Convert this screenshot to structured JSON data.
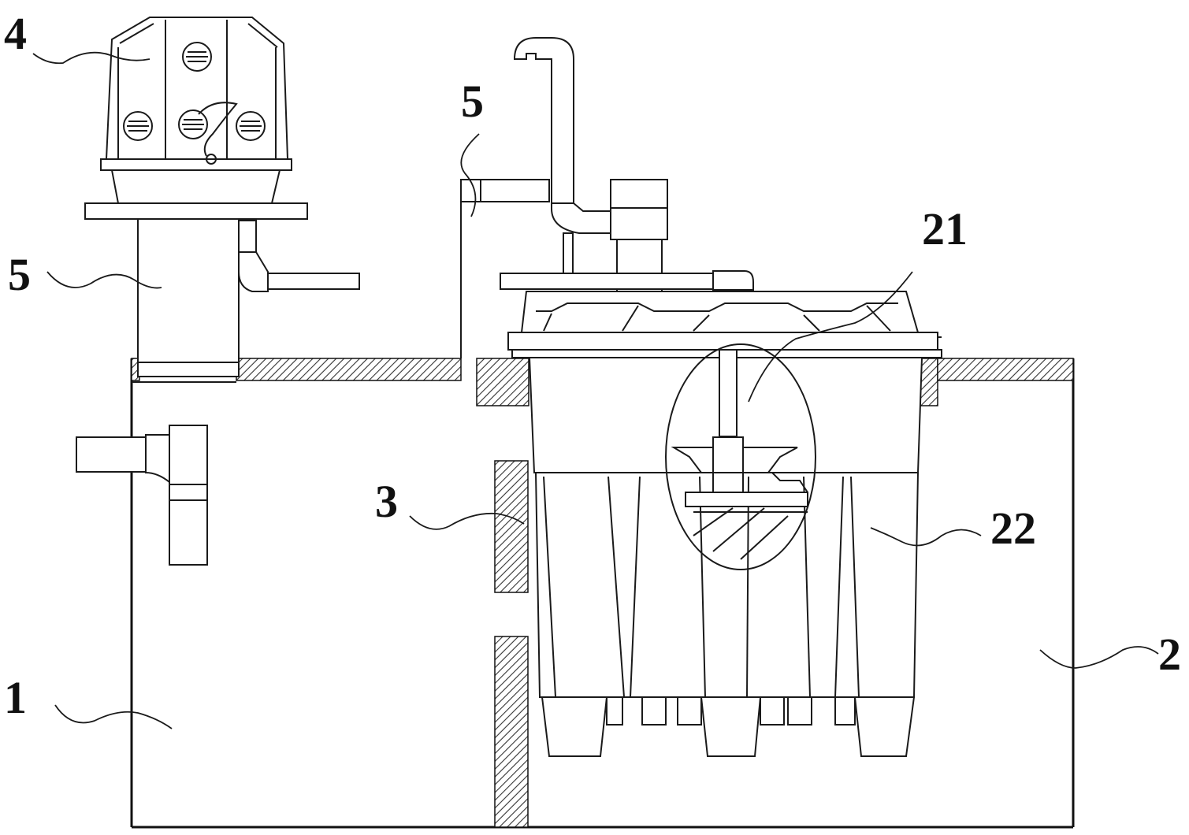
{
  "diagram": {
    "labels": {
      "buffer_tank": "1",
      "treatment_tank": "2",
      "partition": "3",
      "control_unit": "4",
      "riser_left": "5",
      "riser_right": "5",
      "stirrer": "21",
      "module": "22"
    },
    "colors": {
      "line": "#1a1a1a",
      "background": "#ffffff",
      "hatch": "#333333"
    }
  }
}
